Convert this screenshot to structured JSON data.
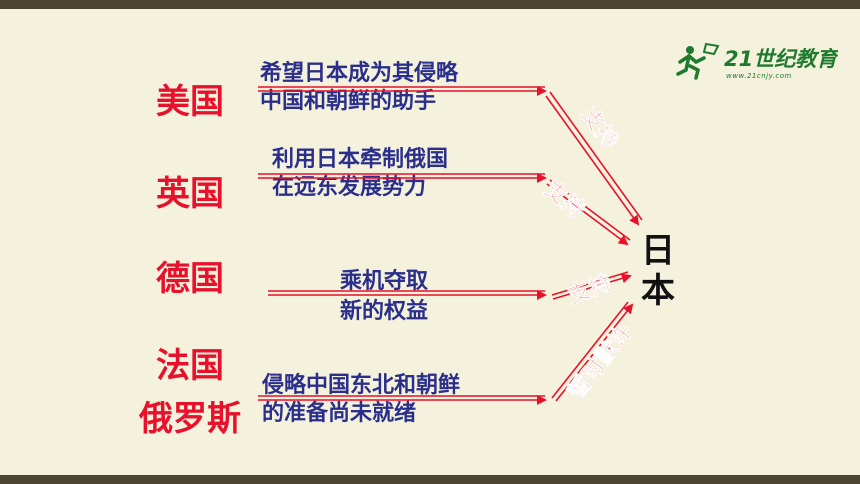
{
  "logo": {
    "brand": "21世纪教育",
    "url_text": "www.21cnjy.com"
  },
  "countries": {
    "usa": "美国",
    "uk": "英国",
    "germany": "德国",
    "france": "法国",
    "russia": "俄罗斯"
  },
  "reasons": {
    "usa": [
      "希望日本成为其侵略",
      "中国和朝鲜的助手"
    ],
    "uk": [
      "利用日本牵制俄国",
      "在远东发展势力"
    ],
    "germany": [
      "乘机夺取",
      "新的权益"
    ],
    "france_russia": [
      "侵略中国东北和朝鲜",
      "的准备尚未就绪"
    ]
  },
  "target": [
    "日",
    "本"
  ],
  "edge_labels": {
    "usa": "支持",
    "uk": "支持",
    "germany": "支持",
    "france_russia": "暂时默许"
  },
  "colors": {
    "country": "#e8112b",
    "reason": "#2b2f8c",
    "arrow": "#e8112b",
    "background": "#f4f1dd",
    "band": "#4b4530"
  }
}
